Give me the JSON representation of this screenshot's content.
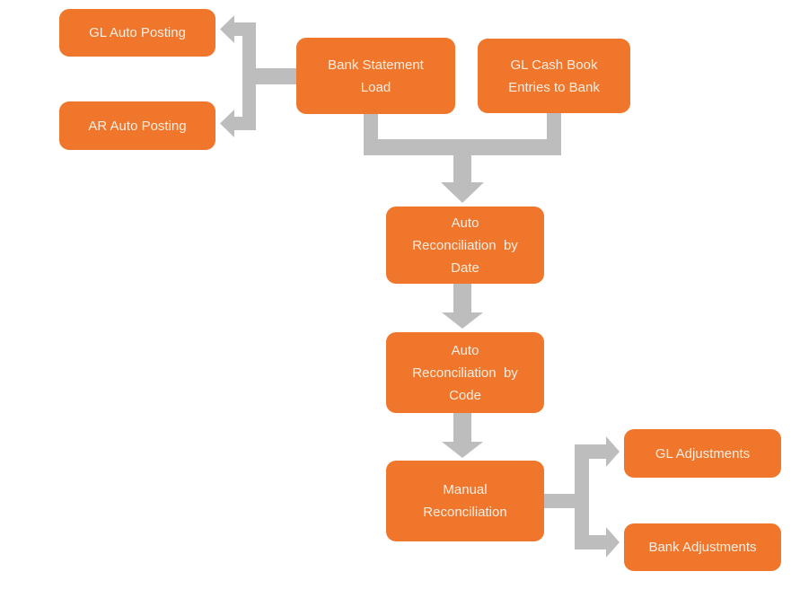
{
  "diagram": {
    "type": "flowchart",
    "colors": {
      "node_fill": "#F0762B",
      "node_text": "#FAEDE2",
      "connector": "#BDBDBD",
      "background": "#FFFFFF"
    },
    "nodes": {
      "gl_auto_posting": {
        "label": "GL Auto Posting"
      },
      "ar_auto_posting": {
        "label": "AR Auto Posting"
      },
      "bank_statement_load": {
        "lines": [
          "Bank Statement",
          "Load"
        ]
      },
      "gl_cash_book_entries_to_bank": {
        "lines": [
          "GL Cash Book",
          "Entries to Bank"
        ]
      },
      "auto_reconciliation_by_date": {
        "lines": [
          "Auto",
          "Reconciliation  by",
          "Date"
        ]
      },
      "auto_reconciliation_by_code": {
        "lines": [
          "Auto",
          "Reconciliation  by",
          "Code"
        ]
      },
      "manual_reconciliation": {
        "lines": [
          "Manual",
          "Reconciliation"
        ]
      },
      "gl_adjustments": {
        "label": "GL Adjustments"
      },
      "bank_adjustments": {
        "label": "Bank Adjustments"
      }
    },
    "edges": [
      {
        "from": "bank_statement_load",
        "to": "gl_auto_posting"
      },
      {
        "from": "bank_statement_load",
        "to": "ar_auto_posting"
      },
      {
        "from": "bank_statement_load",
        "to": "auto_reconciliation_by_date"
      },
      {
        "from": "gl_cash_book_entries_to_bank",
        "to": "auto_reconciliation_by_date"
      },
      {
        "from": "auto_reconciliation_by_date",
        "to": "auto_reconciliation_by_code"
      },
      {
        "from": "auto_reconciliation_by_code",
        "to": "manual_reconciliation"
      },
      {
        "from": "manual_reconciliation",
        "to": "gl_adjustments"
      },
      {
        "from": "manual_reconciliation",
        "to": "bank_adjustments"
      }
    ]
  }
}
